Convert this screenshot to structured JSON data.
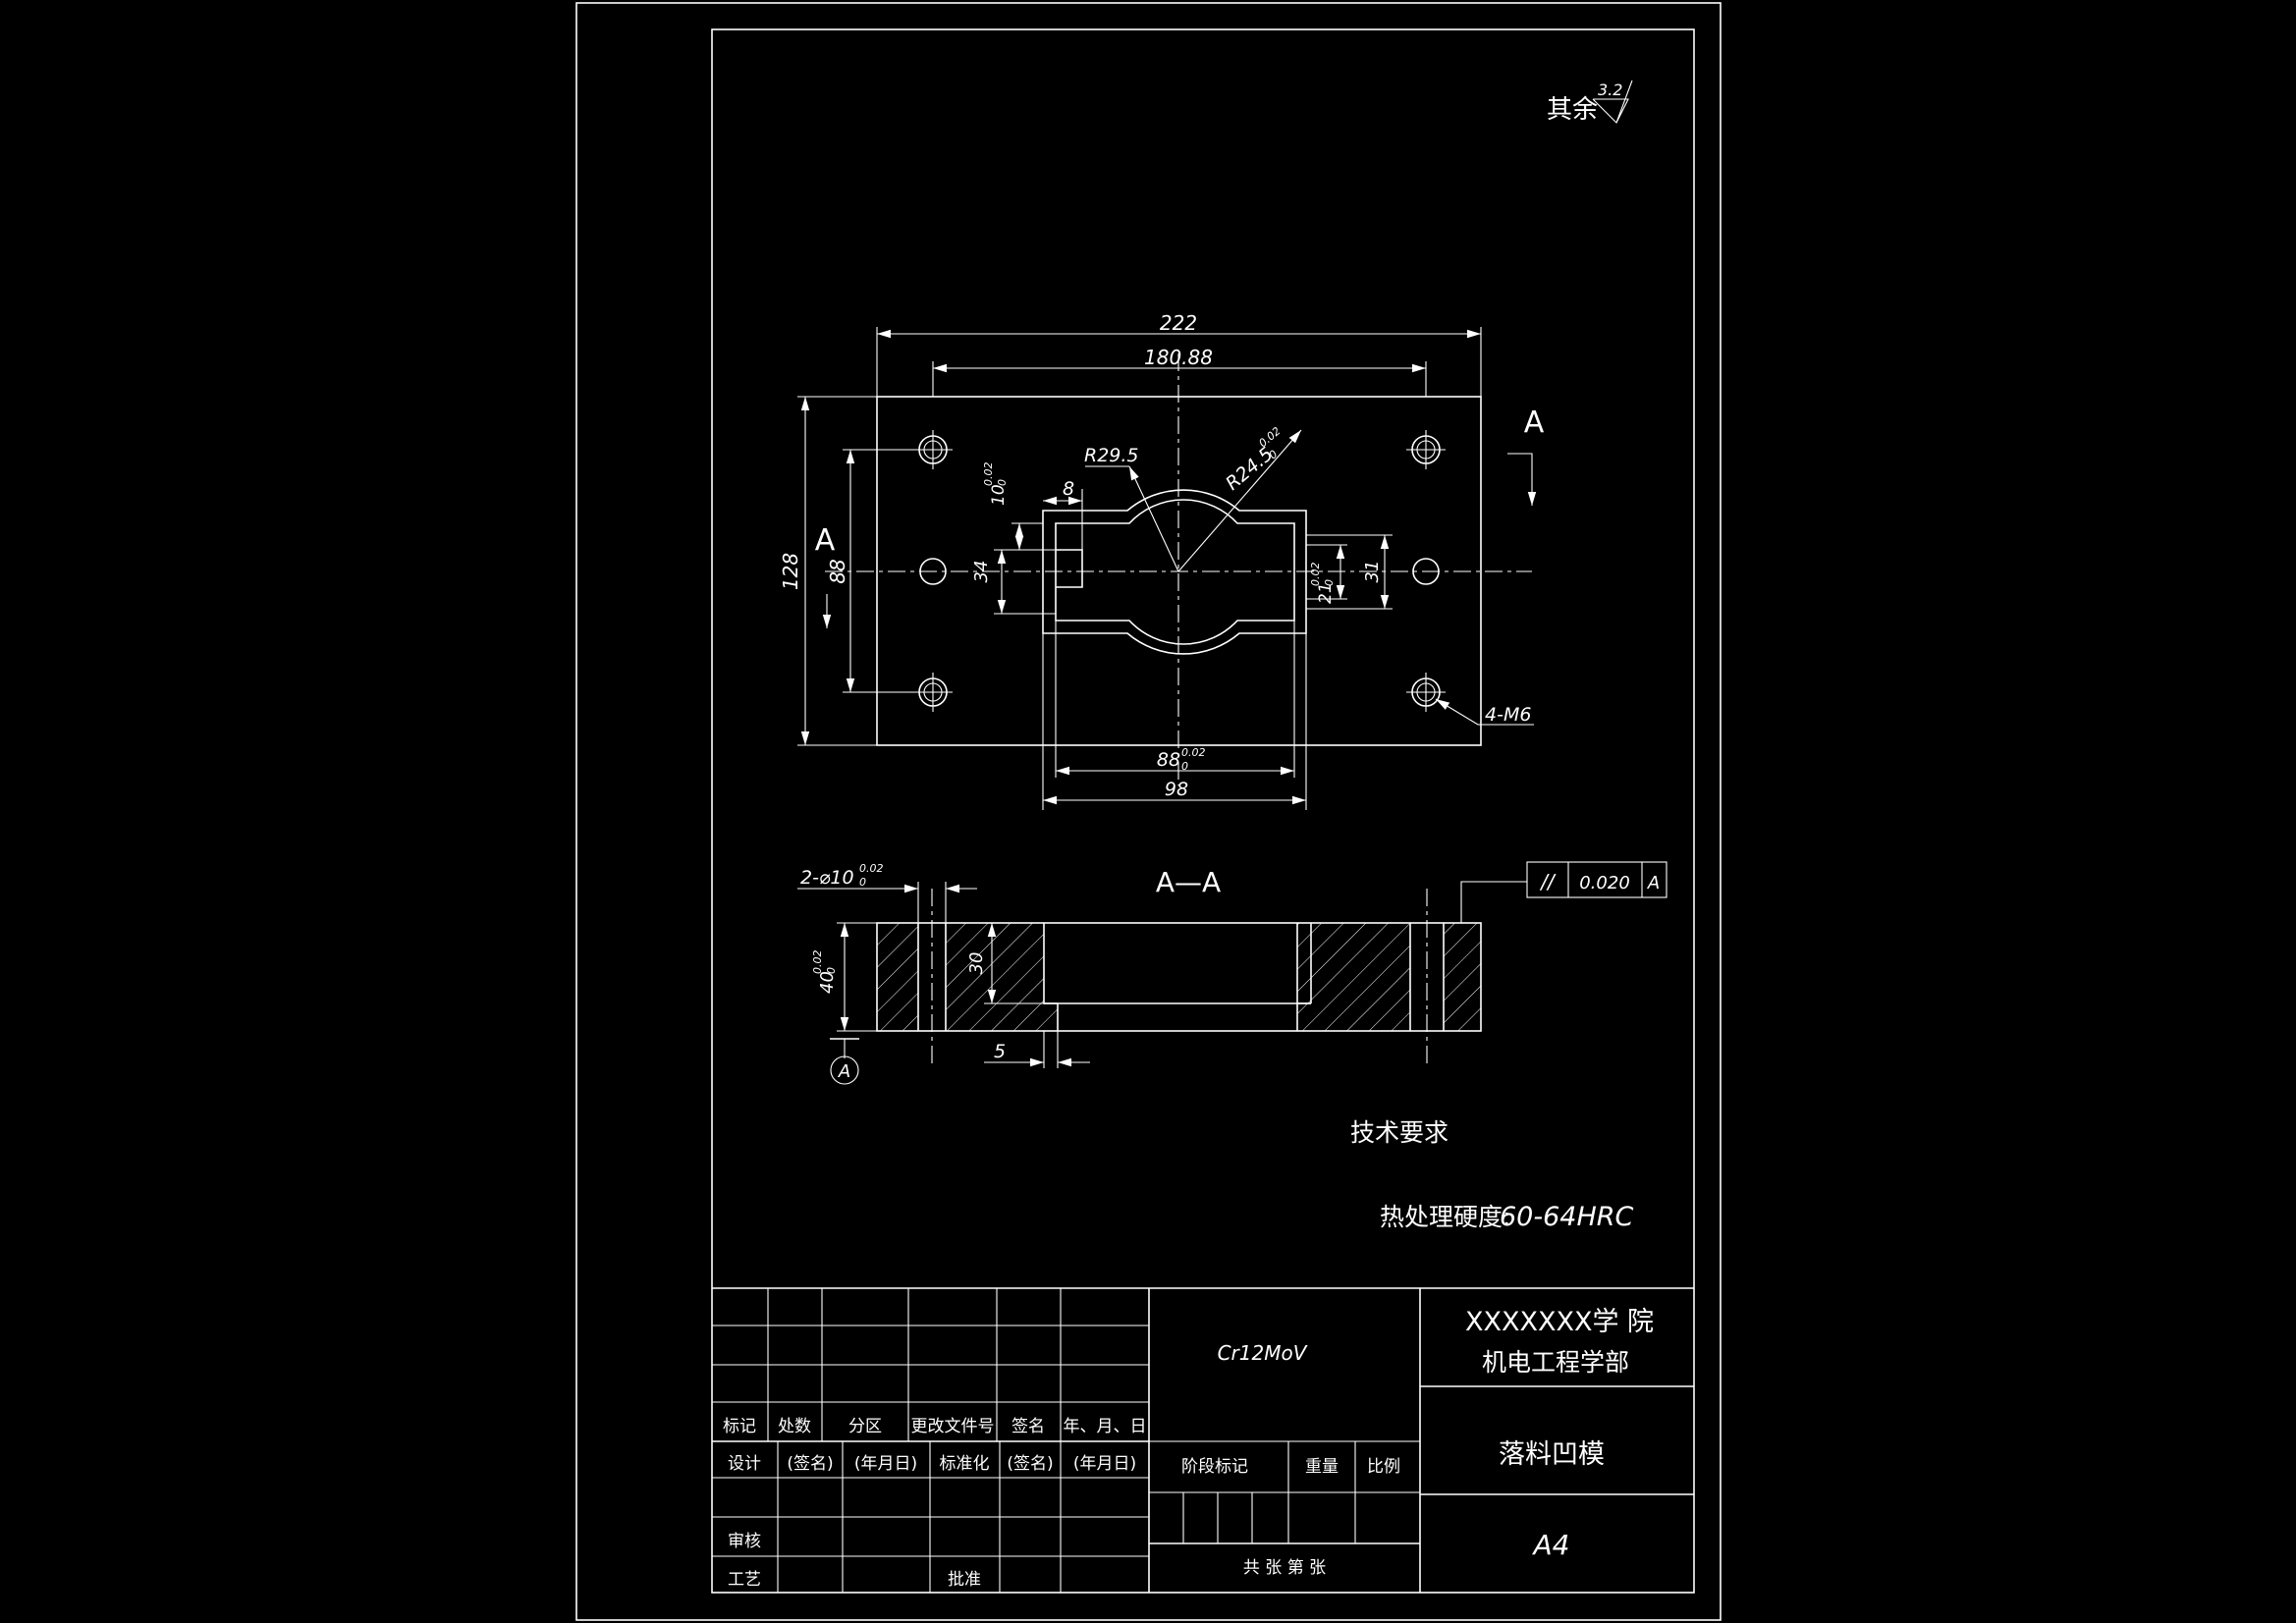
{
  "colors": {
    "background": "#000000",
    "line": "#ffffff"
  },
  "surface_note": {
    "label": "其余",
    "roughness": "3.2"
  },
  "section_marker": {
    "letter_left": "A",
    "letter_right": "A",
    "section_title": "A—A"
  },
  "dimensions": {
    "overall_length": "222",
    "hole_spacing_length": "180.88",
    "overall_width": "128",
    "hole_spacing_width": "88",
    "radius_small": "R29.5",
    "radius_large": "R24.5",
    "radius_large_tol_upper": "0.02",
    "radius_large_tol_lower": "0",
    "slot_width_top": "8",
    "slot_depth": "10",
    "slot_depth_tol_upper": "0.02",
    "slot_depth_tol_lower": "0",
    "left_opening": "34",
    "right_opening": "21",
    "right_opening_tol_upper": "0.02",
    "right_opening_tol_lower": "0",
    "right_outer": "31",
    "inner_length": "88",
    "inner_length_tol_upper": "0.02",
    "inner_length_tol_lower": "0",
    "outer_length": "98",
    "thread_holes": "4-M6",
    "pin_holes": "2-⌀10",
    "pin_holes_tol_upper": "0.02",
    "pin_holes_tol_lower": "0",
    "thickness": "40",
    "thickness_tol_upper": "0.02",
    "thickness_tol_lower": "0",
    "step_depth": "30",
    "step_offset": "5",
    "datum": "A"
  },
  "tolerance_frame": {
    "symbol": "//",
    "value": "0.020",
    "datum": "A"
  },
  "notes": {
    "tech_title": "技术要求",
    "hardness_label": "热处理硬度:",
    "hardness_value": "60-64HRC"
  },
  "title_block": {
    "material": "Cr12MoV",
    "school": "XXXXXXX学 院",
    "department": "机电工程学部",
    "part_name": "落料凹模",
    "sheet_size": "A4",
    "rev_headers": [
      "标记",
      "处数",
      "分区",
      "更改文件号",
      "签名",
      "年、月、日"
    ],
    "row_design": [
      "设计",
      "(签名)",
      "(年月日)",
      "标准化",
      "(签名)",
      "(年月日)"
    ],
    "row_review": "审核",
    "row_process": "工艺",
    "row_approve": "批准",
    "stage_label": "阶段标记",
    "weight_label": "重量",
    "scale_label": "比例",
    "sheet_count": "共  张  第  张"
  }
}
